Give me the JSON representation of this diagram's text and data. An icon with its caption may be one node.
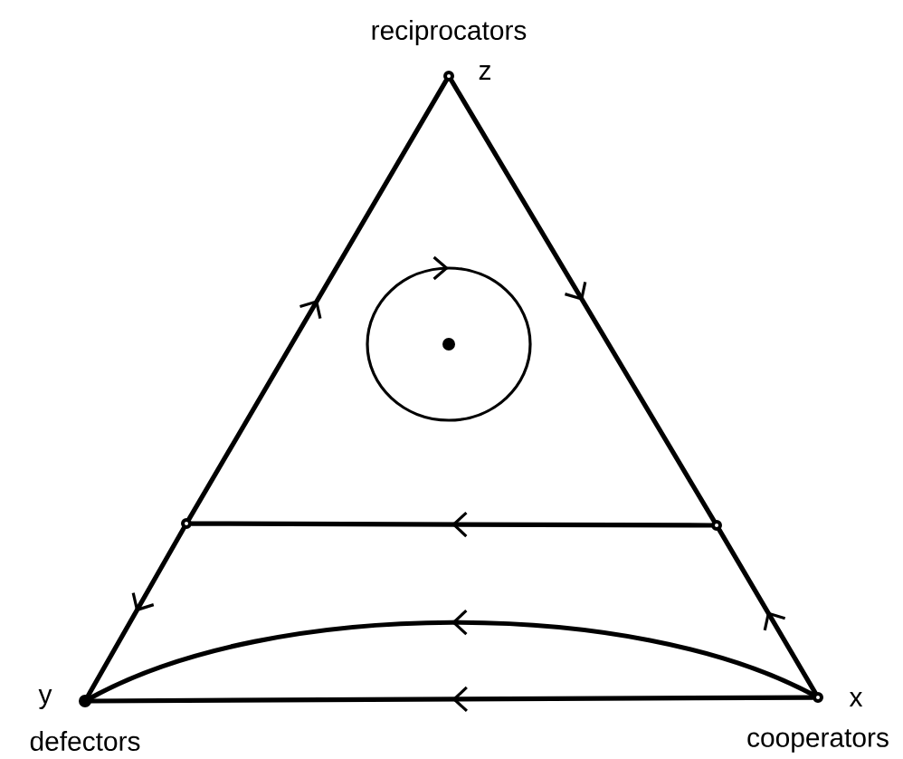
{
  "diagram": {
    "nodes": [
      {
        "text": [
          "z"
        ],
        "beside": [
          "reciprocators"
        ]
      },
      {
        "text": [],
        "shape": "circle"
      },
      {
        "text": [],
        "shape": "circle"
      },
      {
        "text": [],
        "shape": "circle"
      },
      {
        "text": [
          "y"
        ],
        "beside": [
          "defectors"
        ]
      },
      {
        "text": [
          "x"
        ],
        "beside": [
          "cooperators"
        ]
      }
    ],
    "edges": [
      {
        "from": 2,
        "to": 0,
        "arrow": "to"
      },
      {
        "from": 2,
        "to": 4,
        "arrow": "to"
      },
      {
        "from": 0,
        "to": 3,
        "arrow": "to"
      },
      {
        "from": 5,
        "to": 3,
        "arrow": "to"
      },
      {
        "from": 3,
        "to": 2,
        "arrow": "to"
      },
      {
        "from": 5,
        "to": 4,
        "arrow": "to"
      },
      {
        "from": 5,
        "to": 4,
        "arrow": "to"
      }
    ]
  }
}
